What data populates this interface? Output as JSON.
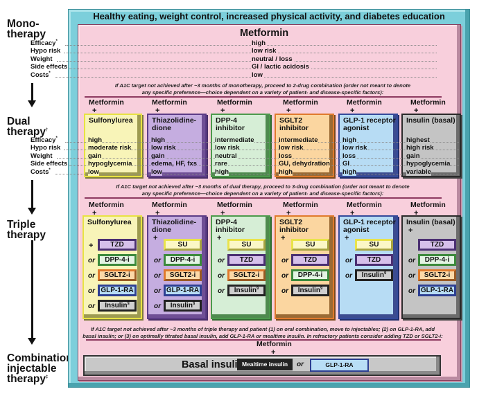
{
  "header": "Healthy eating, weight control, increased physical activity, and diabetes education",
  "stages": {
    "mono": [
      "Mono-",
      "therapy"
    ],
    "dual": [
      "Dual",
      "therapy",
      "†"
    ],
    "triple": [
      "Triple",
      "therapy"
    ],
    "combo": [
      "Combination",
      "injectable",
      "therapy",
      "‡"
    ]
  },
  "row_labels": {
    "efficacy": "Efficacy",
    "efficacy_mark": "*",
    "hypo": "Hypo risk",
    "weight": "Weight",
    "side": "Side effects",
    "costs": "Costs",
    "costs_mark": "*"
  },
  "monotherapy": {
    "drug": "Metformin",
    "efficacy": "high",
    "hypo": "low risk",
    "weight": "neutral / loss",
    "side": "GI / lactic acidosis",
    "costs": "low"
  },
  "notes": {
    "to_dual_1": "If A1C target not achieved after ~3 months of monotherapy, proceed to 2-drug combination (order not meant to denote",
    "to_dual_2": "any specific preference—choice dependent on a variety of patient- and disease-specific factors):",
    "to_triple_1": "If A1C target not achieved after ~3 months of dual therapy, proceed to 3-drug combination (order not meant to denote",
    "to_triple_2": "any specific preference—choice dependent on a variety of patient- and disease-specific factors):",
    "to_combo_1": "If A1C target not achieved after ~3 months of triple therapy and patient (1) on oral combination, move to injectables; (2) on GLP-1-RA, add",
    "to_combo_2": "basal insulin; or (3) on optimally titrated basal insulin, add GLP-1-RA or mealtime insulin. In refractory patients consider adding TZD or SGLT2-i:"
  },
  "common": {
    "metformin": "Metformin",
    "plus": "+",
    "or": "or"
  },
  "dual": [
    {
      "title1": "Sulfonylurea",
      "title2": "",
      "efficacy": "high",
      "hypo": "moderate risk",
      "weight": "gain",
      "side": "hypoglycemia",
      "costs": "low"
    },
    {
      "title1": "Thiazolidine-",
      "title2": "dione",
      "efficacy": "high",
      "hypo": "low risk",
      "weight": "gain",
      "side": "edema, HF, fxs",
      "costs": "low"
    },
    {
      "title1": "DPP-4",
      "title2": "inhibitor",
      "efficacy": "intermediate",
      "hypo": "low risk",
      "weight": "neutral",
      "side": "rare",
      "costs": "high"
    },
    {
      "title1": "SGLT2",
      "title2": "inhibitor",
      "efficacy": "intermediate",
      "hypo": "low risk",
      "weight": "loss",
      "side": "GU, dehydration",
      "costs": "high"
    },
    {
      "title1": "GLP-1 receptor",
      "title2": "agonist",
      "efficacy": "high",
      "hypo": "low risk",
      "weight": "loss",
      "side": "GI",
      "costs": "high"
    },
    {
      "title1": "Insulin (basal)",
      "title2": "",
      "efficacy": "highest",
      "hypo": "high risk",
      "weight": "gain",
      "side": "hypoglycemia",
      "costs": "variable"
    }
  ],
  "triple": [
    {
      "title1": "Sulfonylurea",
      "title2": "",
      "addons": [
        "TZD",
        "DPP-4-i",
        "SGLT2-i",
        "GLP-1-RA",
        "Insulin"
      ]
    },
    {
      "title1": "Thiazolidine-",
      "title2": "dione",
      "addons": [
        "SU",
        "DPP-4-i",
        "SGLT2-i",
        "GLP-1-RA",
        "Insulin"
      ]
    },
    {
      "title1": "DPP-4",
      "title2": "inhibitor",
      "addons": [
        "SU",
        "TZD",
        "SGLT2-i",
        "Insulin"
      ]
    },
    {
      "title1": "SGLT2",
      "title2": "inhibitor",
      "addons": [
        "SU",
        "TZD",
        "DPP-4-i",
        "Insulin"
      ]
    },
    {
      "title1": "GLP-1 receptor",
      "title2": "agonist",
      "addons": [
        "SU",
        "TZD",
        "Insulin"
      ]
    },
    {
      "title1": "Insulin (basal)",
      "title2": "",
      "addons": [
        "TZD",
        "DPP-4-i",
        "SGLT2-i",
        "GLP-1-RA"
      ]
    }
  ],
  "insulin_mark": "§",
  "combination": {
    "basal": "Basal insulin +",
    "mealtime": "Mealtime insulin",
    "or": "or",
    "glp1ra": "GLP-1-RA"
  }
}
